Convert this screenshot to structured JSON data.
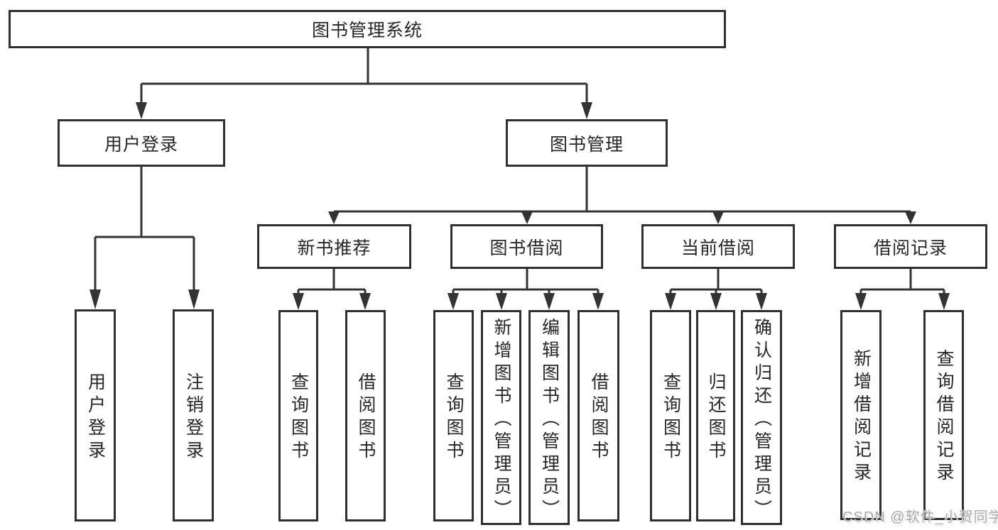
{
  "tree": {
    "root": {
      "label": "图书管理系统"
    },
    "branches": [
      {
        "label": "用户登录",
        "leaves": [
          "用户登录",
          "注销登录"
        ]
      },
      {
        "label": "图书管理",
        "groups": [
          {
            "label": "新书推荐",
            "leaves": [
              "查询图书",
              "借阅图书"
            ]
          },
          {
            "label": "图书借阅",
            "leaves": [
              "查询图书",
              "新增图书（管理员）",
              "编辑图书（管理员）",
              "借阅图书"
            ]
          },
          {
            "label": "当前借阅",
            "leaves": [
              "查询图书",
              "归还图书",
              "确认归还（管理员）"
            ]
          },
          {
            "label": "借阅记录",
            "leaves": [
              "新增借阅记录",
              "查询借阅记录"
            ]
          }
        ]
      }
    ]
  },
  "watermark": {
    "text": "CSDN @软件_小贺同学"
  },
  "colors": {
    "line": "#333333",
    "box_border": "#2f2f2f",
    "text": "#262626",
    "background": "#ffffff",
    "watermark": "#aaaaaa"
  }
}
